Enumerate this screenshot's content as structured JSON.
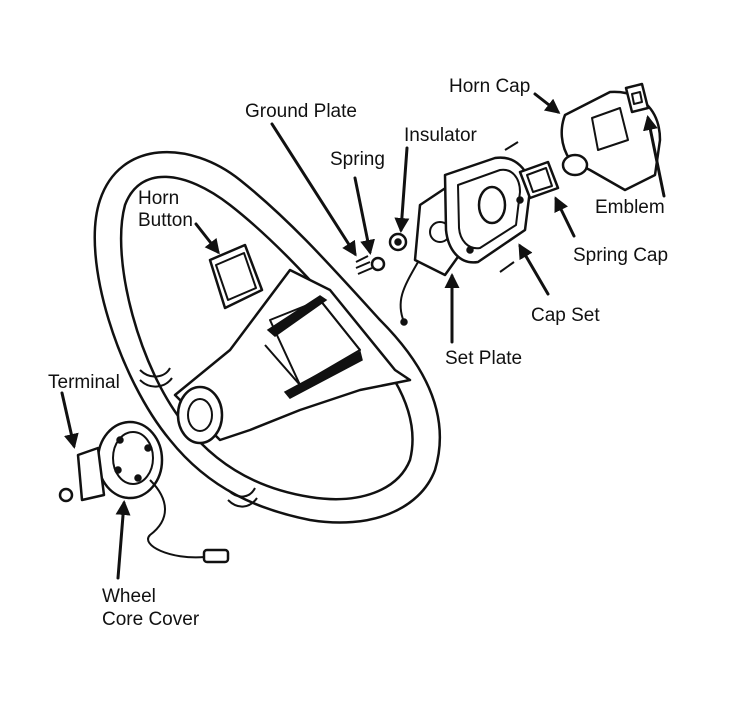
{
  "labels": {
    "horn_cap": "Horn Cap",
    "ground_plate": "Ground Plate",
    "insulator": "Insulator",
    "spring": "Spring",
    "emblem": "Emblem",
    "horn_button": [
      "Horn",
      "Button"
    ],
    "spring_cap": "Spring Cap",
    "cap_set": "Cap Set",
    "set_plate": "Set Plate",
    "terminal": "Terminal",
    "wheel_core_cover": [
      "Wheel",
      "Core Cover"
    ]
  }
}
